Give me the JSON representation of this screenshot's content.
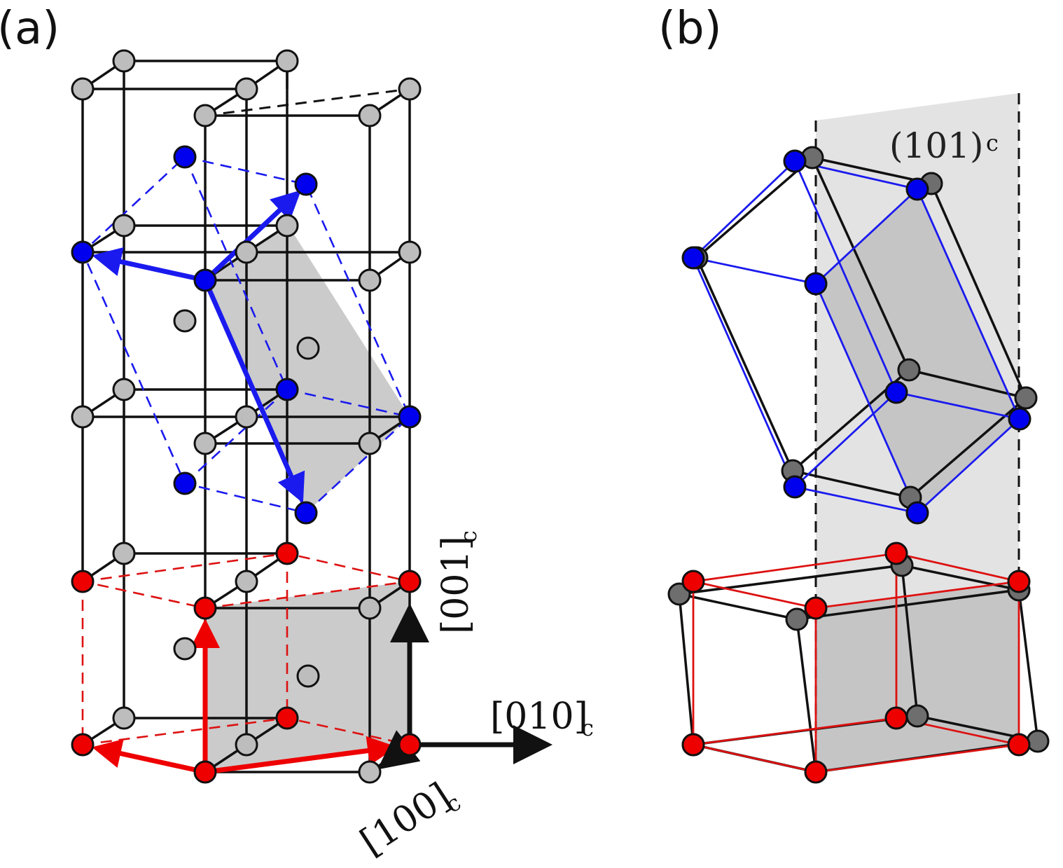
{
  "panels": {
    "a": {
      "label": "(a)"
    },
    "b": {
      "label": "(b)"
    }
  },
  "directions": {
    "d001": {
      "main": "[001]",
      "sub": "c"
    },
    "d010": {
      "main": "[010]",
      "sub": "c"
    },
    "d100": {
      "main": "[100]",
      "sub": "c"
    }
  },
  "plane": {
    "main": "(101)",
    "sub": "c"
  },
  "colors": {
    "gray_atom": "#bdbdbd",
    "blue_atom": "#0000ee",
    "red_atom": "#ee0000",
    "dark_gray_atom": "#6e6e6e",
    "plane_fill": "#c8c8c8",
    "black_line": "#111111",
    "blue_line": "#1010cc",
    "red_line": "#dd1111"
  }
}
